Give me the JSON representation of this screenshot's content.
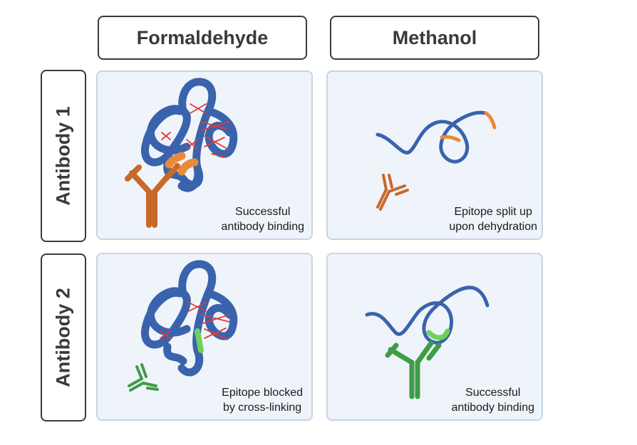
{
  "columns": [
    "Formaldehyde",
    "Methanol"
  ],
  "rows": [
    "Antibody 1",
    "Antibody 2"
  ],
  "panels": {
    "a1_formaldehyde": {
      "line1": "Successful",
      "line2": "antibody binding"
    },
    "a1_methanol": {
      "line1": "Epitope split up",
      "line2": "upon dehydration"
    },
    "a2_formaldehyde": {
      "line1": "Epitope blocked",
      "line2": "by cross-linking"
    },
    "a2_methanol": {
      "line1": "Successful",
      "line2": "antibody binding"
    }
  },
  "colors": {
    "protein": "#3a63ad",
    "crosslink": "#e23a3a",
    "antibody1": "#c8692a",
    "epitope1": "#e98a3a",
    "antibody2": "#3f9c47",
    "epitope2": "#6fd15a",
    "panel_bg": "#eff4fa",
    "panel_border": "#c5d4e6"
  }
}
